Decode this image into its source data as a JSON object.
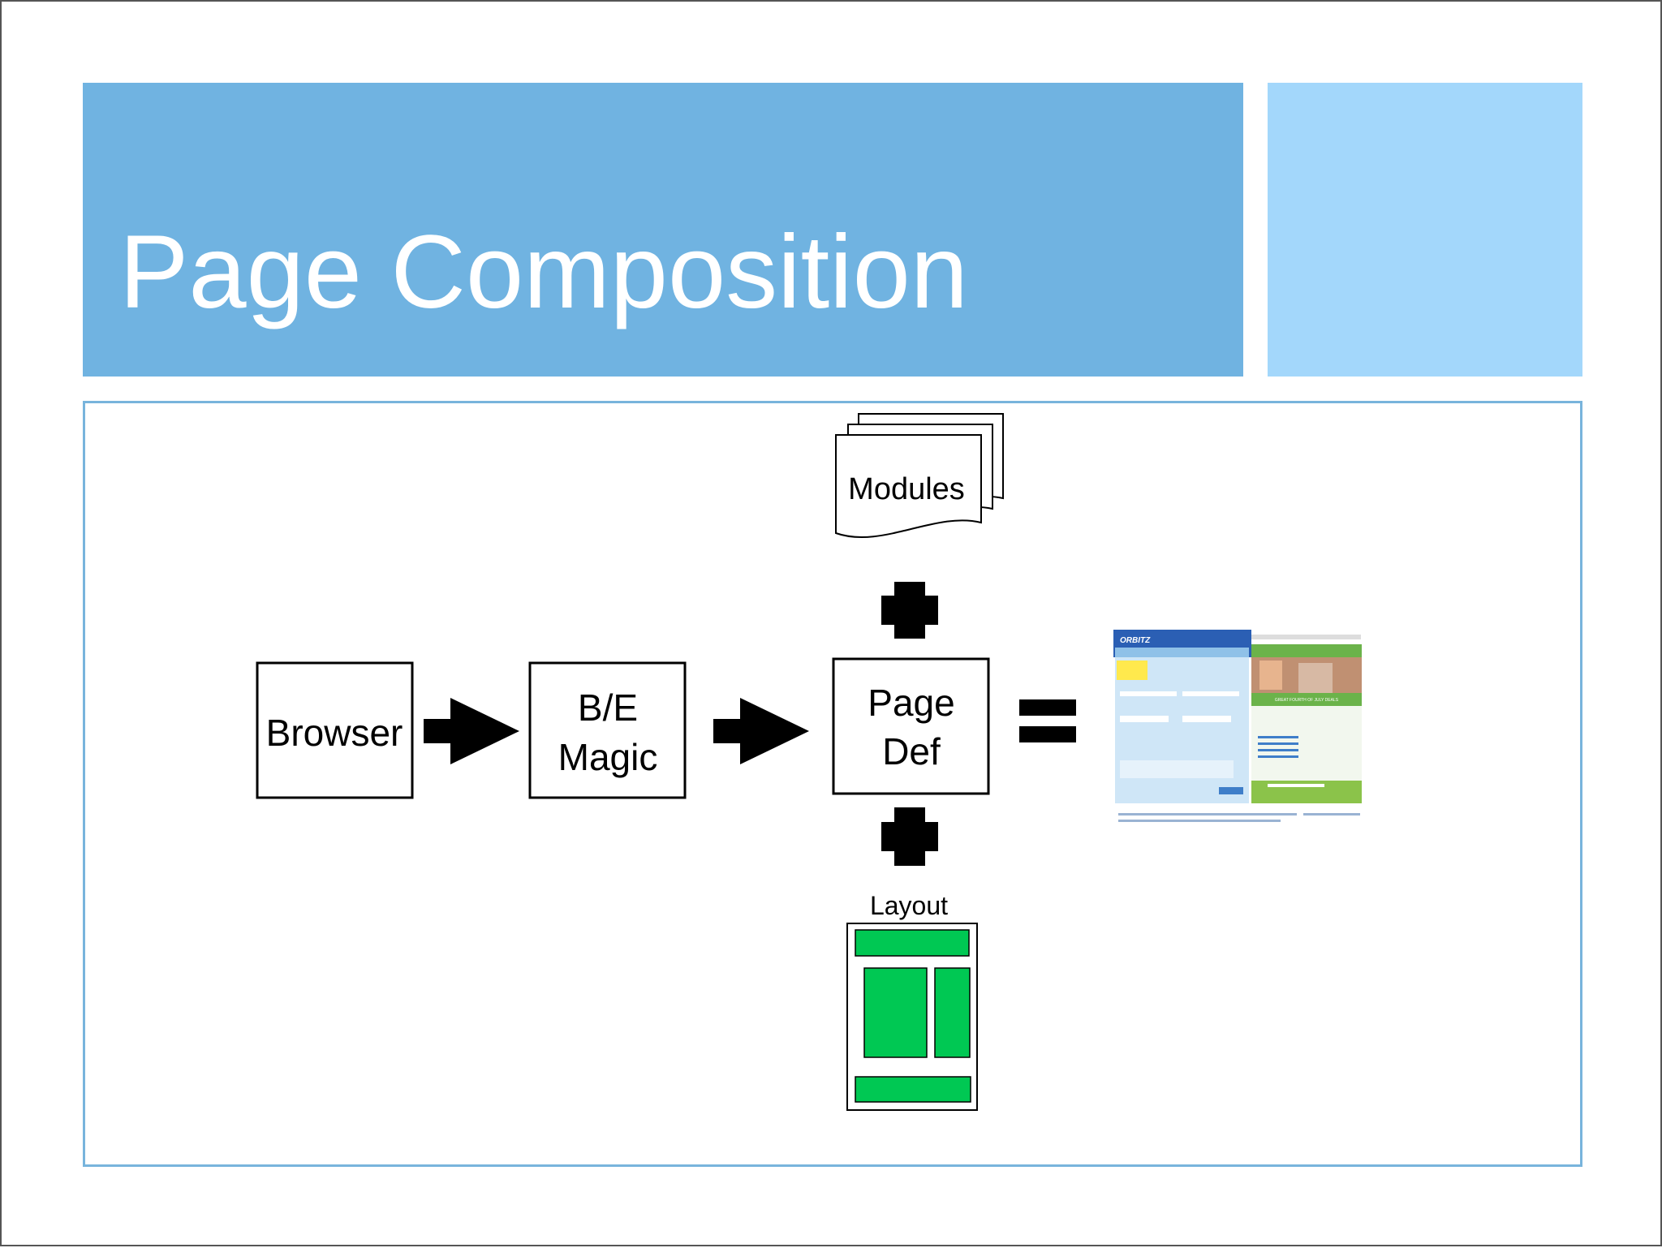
{
  "slide": {
    "title": "Page Composition"
  },
  "diagram": {
    "nodes": {
      "browser": "Browser",
      "be_magic_line1": "B/E",
      "be_magic_line2": "Magic",
      "page_def_line1": "Page",
      "page_def_line2": "Def",
      "modules": "Modules",
      "layout": "Layout"
    },
    "operators": [
      "plus",
      "plus",
      "equals"
    ],
    "result_screenshot": {
      "brand": "ORBITZ",
      "headline": "GREAT FOURTH OF JULY DEALS"
    }
  },
  "colors": {
    "title_band": "#70b3e1",
    "accent_box": "#a3d7fb",
    "frame_border": "#78b4dc",
    "layout_green": "#00c853"
  }
}
